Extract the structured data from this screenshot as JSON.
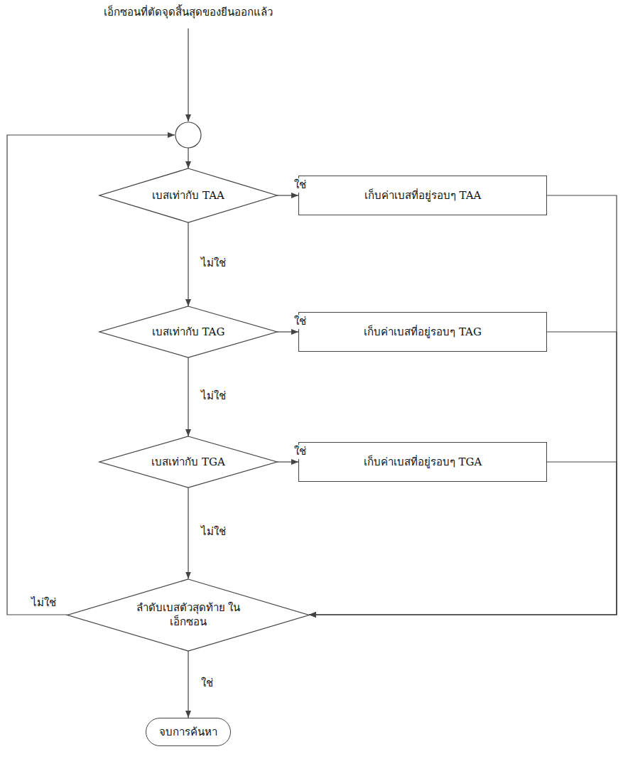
{
  "diagram": {
    "title": "เอ็กซอนที่ตัดจุดสิ้นสุดของยีนออกแล้ว",
    "nodes": [
      {
        "text": [
          "เบสเท่ากับ TAA"
        ]
      },
      {
        "text": [
          "เก็บค่าเบสที่อยู่รอบๆ TAA"
        ]
      },
      {
        "text": [
          "เบสเท่ากับ TAG"
        ]
      },
      {
        "text": [
          "เก็บค่าเบสที่อยู่รอบๆ TAG"
        ]
      },
      {
        "text": [
          "เบสเท่ากับ TGA"
        ]
      },
      {
        "text": [
          "เก็บค่าเบสที่อยู่รอบๆ TGA"
        ]
      },
      {
        "text": [
          "ลำดับเบสตัวสุดท้าย ในเอ็กซอน"
        ]
      },
      {
        "text": [
          "จบการค้นหา"
        ]
      }
    ],
    "edges": [
      {
        "from": 0,
        "to": 1,
        "label": "ใช่",
        "arrow": "to"
      },
      {
        "from": 0,
        "to": 2,
        "label": "ไม่ใช่",
        "arrow": "to"
      },
      {
        "from": 2,
        "to": 3,
        "label": "ใช่",
        "arrow": "to"
      },
      {
        "from": 2,
        "to": 4,
        "label": "ไม่ใช่",
        "arrow": "to"
      },
      {
        "from": 4,
        "to": 5,
        "label": "ใช่",
        "arrow": "to"
      },
      {
        "from": 4,
        "to": 6,
        "label": "ไม่ใช่",
        "arrow": "to"
      },
      {
        "from": 1,
        "to": 6,
        "arrow": "to"
      },
      {
        "from": 3,
        "to": 6,
        "arrow": "to"
      },
      {
        "from": 5,
        "to": 6,
        "arrow": "to"
      },
      {
        "from": 6,
        "to": 7,
        "label": "ใช่",
        "arrow": "to"
      }
    ],
    "labels": [
      "ไม่ใช่"
    ]
  }
}
